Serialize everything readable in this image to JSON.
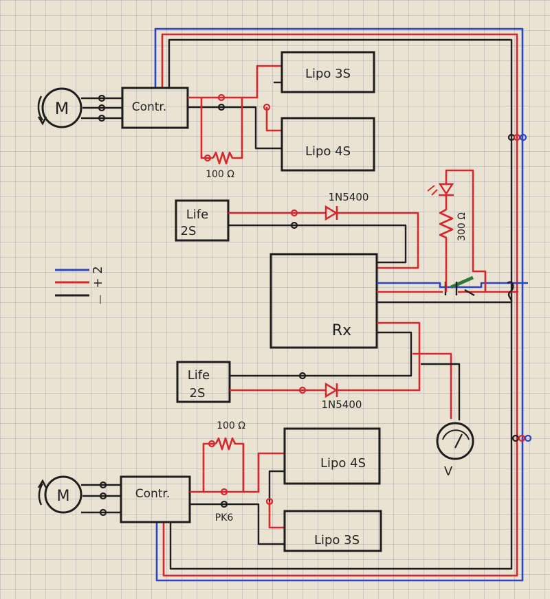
{
  "colors": {
    "paper": "#ebe3d2",
    "wire_red": "#d8262c",
    "wire_black": "#1d1d1d",
    "wire_blue": "#2a44c8",
    "wire_green": "#2f7a3a"
  },
  "labels": {
    "motor_top": "M",
    "motor_bottom": "M",
    "controller_top": "Contr.",
    "controller_bottom": "Contr.",
    "lipo3s_top": "Lipo 3S",
    "lipo4s_top": "Lipo 4S",
    "lipo4s_bottom": "Lipo 4S",
    "lipo3s_bottom": "Lipo 3S",
    "life_top_line1": "Life",
    "life_top_line2": "2S",
    "life_bottom_line1": "Life",
    "life_bottom_line2": "2S",
    "receiver": "Rx",
    "resistor_top": "100 Ω",
    "resistor_bottom": "100 Ω",
    "led_resistor": "300 Ω",
    "diode_top": "1N5400",
    "diode_bottom": "1N5400",
    "connector": "PK6",
    "voltmeter": "V",
    "legend_blue": "2",
    "legend_red": "+",
    "legend_black": "—"
  }
}
